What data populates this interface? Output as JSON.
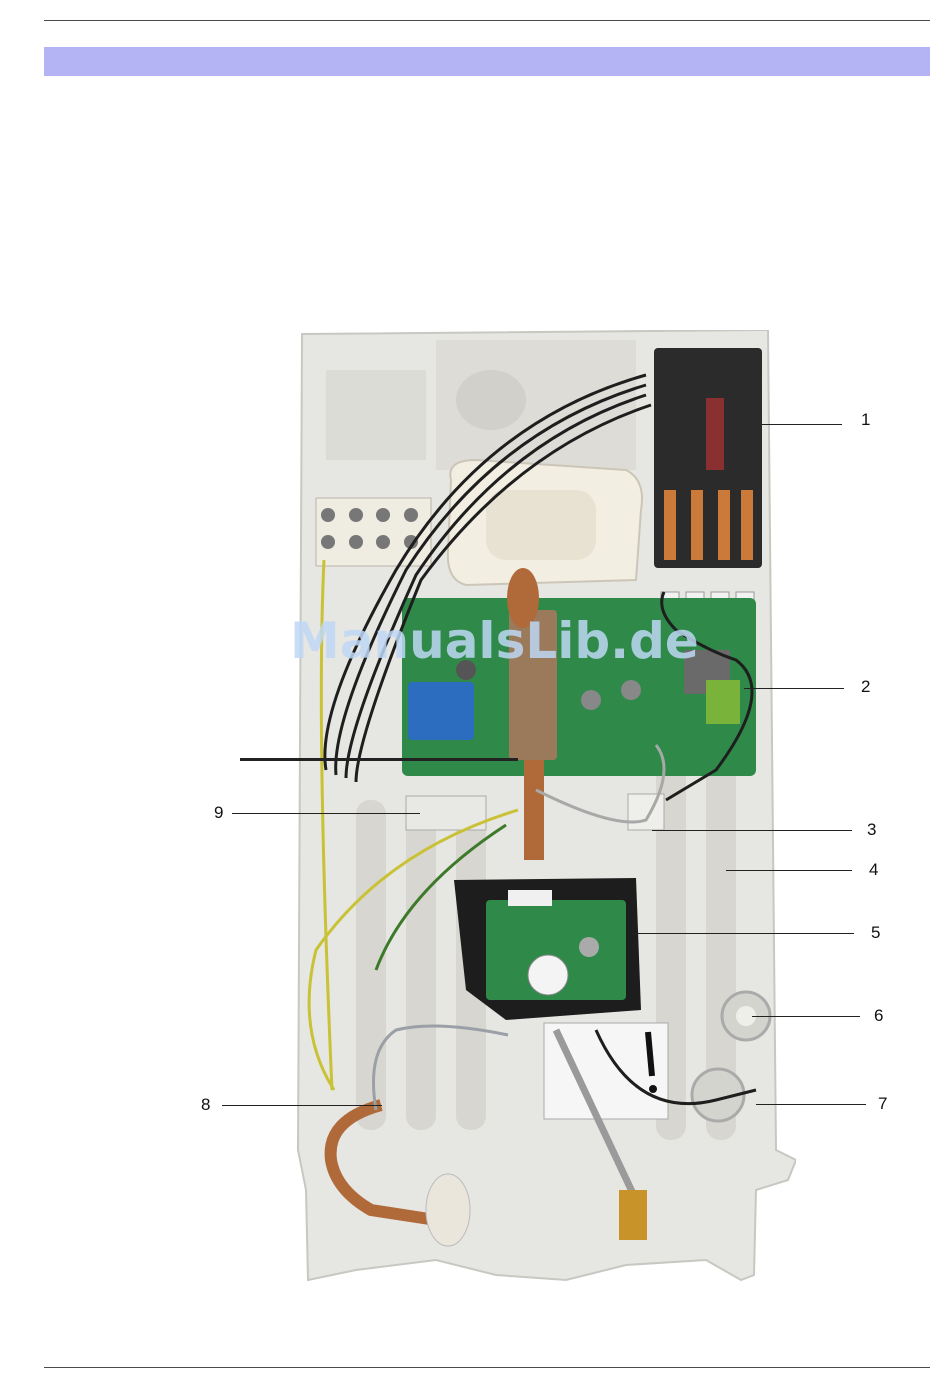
{
  "page": {
    "watermark_text": "ManualsLib.de",
    "header_band_color": "#b4b4f4"
  },
  "figure": {
    "callouts": [
      {
        "number": "1"
      },
      {
        "number": "2"
      },
      {
        "number": "3"
      },
      {
        "number": "4"
      },
      {
        "number": "5"
      },
      {
        "number": "6"
      },
      {
        "number": "7"
      },
      {
        "number": "8"
      },
      {
        "number": "9"
      }
    ]
  }
}
